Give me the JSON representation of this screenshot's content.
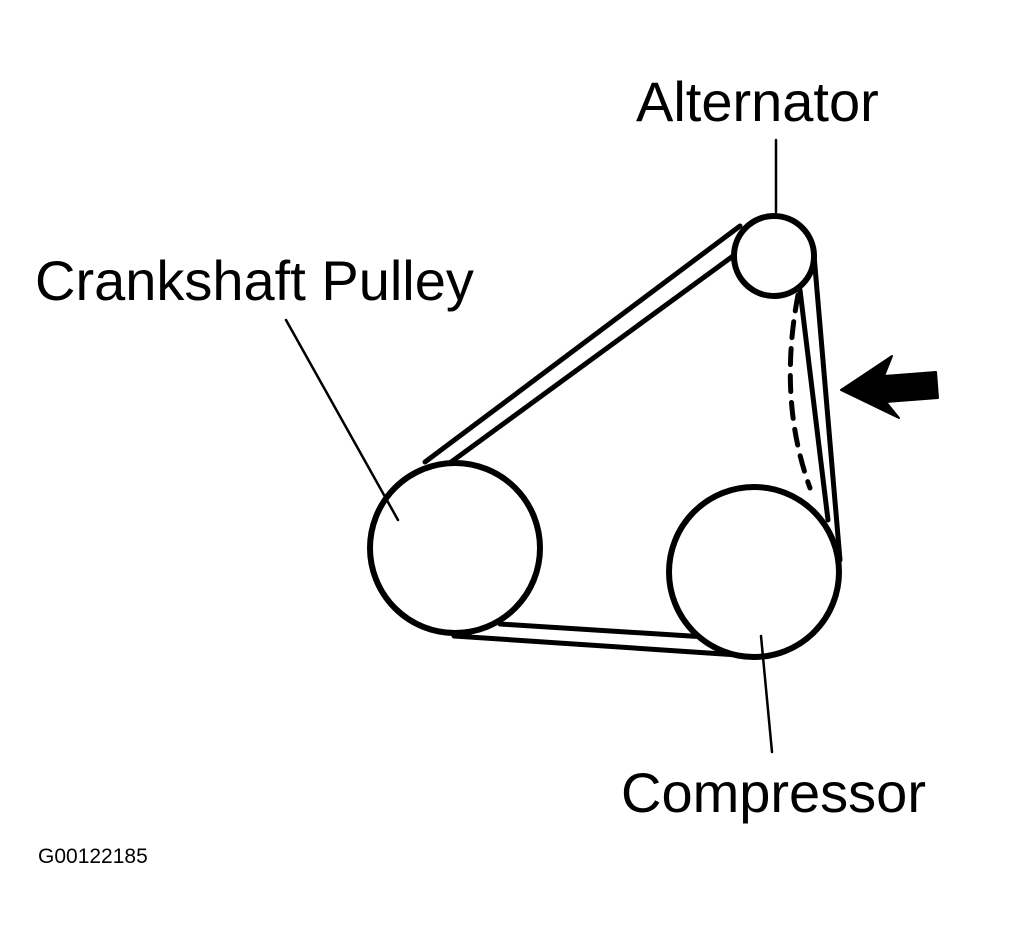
{
  "labels": {
    "alternator": "Alternator",
    "crankshaft_pulley": "Crankshaft Pulley",
    "compressor": "Compressor",
    "figure_id": "G00122185"
  },
  "colors": {
    "ink": "#000000",
    "paper": "#ffffff"
  },
  "icons": {
    "direction_arrow": "arrow-left-icon"
  }
}
